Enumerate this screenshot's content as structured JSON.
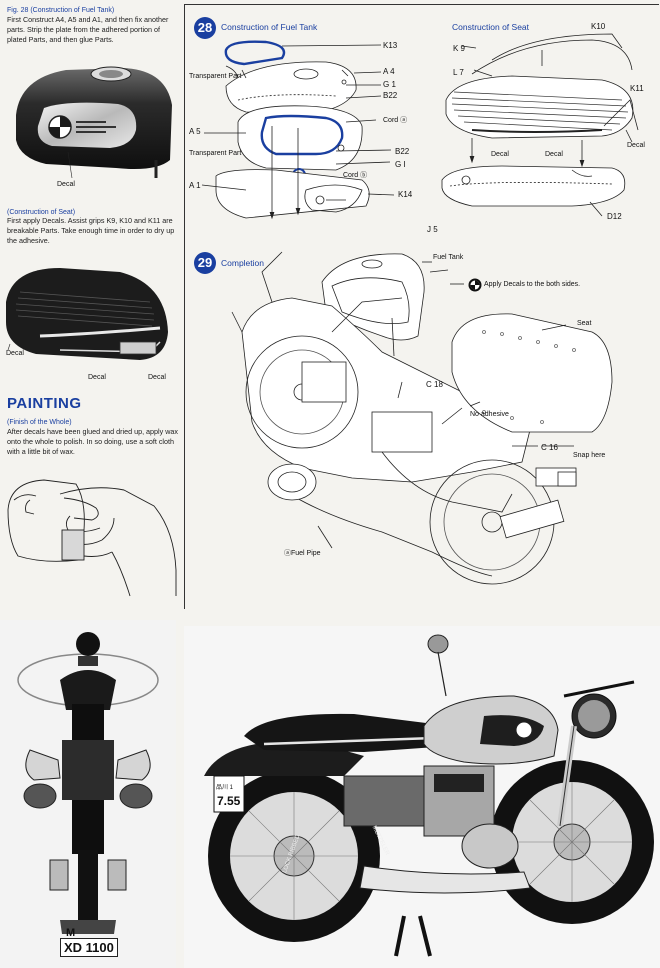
{
  "left": {
    "fig_caption": "Fig. 28 (Construction of Fuel Tank)",
    "fuel_tank_text": "First Construct A4, A5 and A1, and then fix another parts. Strip the plate from the adhered portion of plated Parts, and then glue Parts.",
    "decal_label": "Decal",
    "seat_heading": "(Construction of Seat)",
    "seat_text": "First apply Decals. Assist grips K9, K10 and K11 are breakable Parts. Take enough time in order to dry up the adhesive.",
    "seat_decals": [
      "Decal",
      "Decal",
      "Decal"
    ],
    "painting_title": "PAINTING",
    "painting_subtitle": "(Finish of the Whole)",
    "painting_text": "After decals have been glued and dried up, apply wax onto the whole to polish. In so doing, use a soft cloth with a little bit of wax."
  },
  "step28": {
    "number": "28",
    "title_tank": "Construction of Fuel Tank",
    "title_seat": "Construction of Seat",
    "labels": {
      "k13": "K13",
      "transparent1": "Transparent Part",
      "a4": "A 4",
      "g1a": "G 1",
      "b22a": "B22",
      "a5": "A 5",
      "cord": "Cord ⓐ",
      "transparent2": "Transparent Part",
      "b22b": "B22",
      "cord2": "Cord ⓑ",
      "g1b": "G I",
      "a1": "A 1",
      "k14": "K14",
      "k9": "K 9",
      "k10": "K10",
      "l7": "L 7",
      "k11": "K11",
      "decal_r": "Decal",
      "decal_a": "Decal",
      "decal_b": "Decal",
      "d12": "D12"
    }
  },
  "step29": {
    "number": "29",
    "title": "Completion",
    "labels": {
      "j5": "J 5",
      "fuel_tank": "Fuel Tank",
      "apply": "Apply Decals to the both sides.",
      "seat": "Seat",
      "c18": "C 18",
      "no_adhesive": "No adhesive",
      "c16": "C 16",
      "snap": "Snap here",
      "fuel_pipe": "ⓐFuel Pipe"
    }
  },
  "photos": {
    "front_plate": "XD 1100",
    "front_plate_small": "M",
    "side_plate": "7.55",
    "side_plate_small": "品川 1",
    "tire_text": "METZELER",
    "tire_text2": "LOCK RIBBED"
  }
}
